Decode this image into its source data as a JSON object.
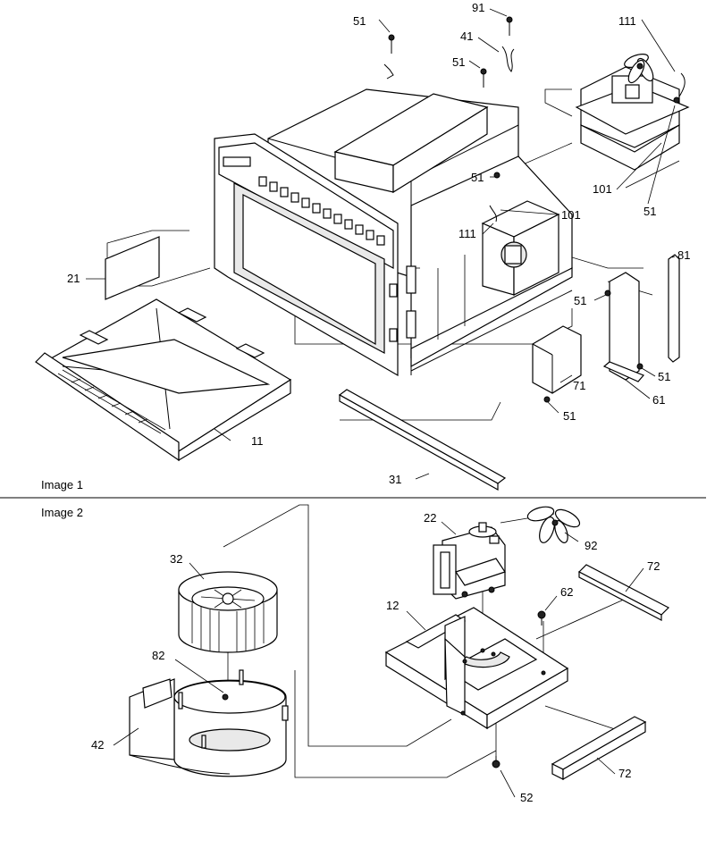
{
  "captions": {
    "image1": "Image 1",
    "image2": "Image 2"
  },
  "labels": {
    "c_51": "51",
    "c_91": "91",
    "c_41": "41",
    "c_51b": "51",
    "c_111": "111",
    "c_51c": "51",
    "c_101": "101",
    "c_51d": "51",
    "c_101b": "101",
    "c_111b": "111",
    "c_21": "21",
    "c_81": "81",
    "c_51e": "51",
    "c_51f": "51",
    "c_71": "71",
    "c_61": "61",
    "c_11": "11",
    "c_51g": "51",
    "c_31": "31",
    "c_22": "22",
    "c_92": "92",
    "c_32": "32",
    "c_72": "72",
    "c_62": "62",
    "c_12": "12",
    "c_82": "82",
    "c_42": "42",
    "c_72b": "72",
    "c_52": "52"
  }
}
